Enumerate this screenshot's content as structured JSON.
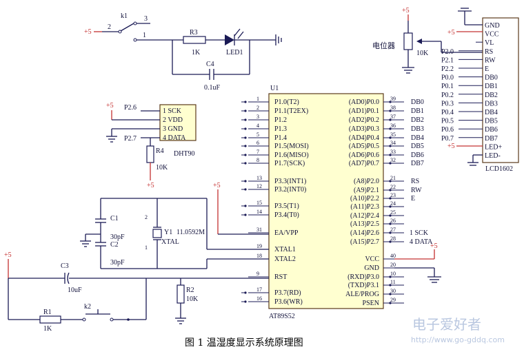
{
  "caption": "图 1  温湿度显示系统原理图",
  "watermark": {
    "name": "电子爱好者",
    "url": "http://www.go-gddq.com"
  },
  "power_label": "+5",
  "switch": {
    "ref": "k1",
    "pins": [
      "2",
      "3",
      "1"
    ]
  },
  "r3": {
    "ref": "R3",
    "value": "1K"
  },
  "led": {
    "ref": "LED1"
  },
  "c4": {
    "ref": "C4",
    "value": "0.1uF"
  },
  "pot": {
    "name": "电位器",
    "value": "10K"
  },
  "dht": {
    "ref": "DHT90",
    "pins": [
      "1 SCK",
      "2 VDD",
      "3 GND",
      "4 DATA"
    ],
    "port_sck": "P2.6",
    "port_data": "P2.7"
  },
  "r4": {
    "ref": "R4",
    "value": "10K"
  },
  "lcd": {
    "ref": "LCD1602",
    "pins": [
      "GND",
      "VCC",
      "VL",
      "RS",
      "RW",
      "E",
      "DB0",
      "DB1",
      "DB2",
      "DB3",
      "DB4",
      "DB5",
      "DB6",
      "DB7",
      "LED+",
      "LED-"
    ],
    "ports": [
      "P2.0",
      "P2.1",
      "P2.2",
      "P0.0",
      "P0.1",
      "P0.2",
      "P0.3",
      "P0.4",
      "P0.5",
      "P0.6",
      "P0.7"
    ]
  },
  "mcu": {
    "ref": "U1",
    "part": "AT89S52",
    "left_pins": [
      {
        "num": "1",
        "name": "P1.0(T2)"
      },
      {
        "num": "2",
        "name": "P1.1(T2EX)"
      },
      {
        "num": "3",
        "name": "P1.2"
      },
      {
        "num": "4",
        "name": "P1.3"
      },
      {
        "num": "5",
        "name": "P1.4"
      },
      {
        "num": "6",
        "name": "P1.5(MOSI)"
      },
      {
        "num": "7",
        "name": "P1.6(MISO)"
      },
      {
        "num": "8",
        "name": "P1.7(SCK)"
      },
      {
        "num": "13",
        "name": "P3.3(INT1)"
      },
      {
        "num": "12",
        "name": "P3.2(INT0)"
      },
      {
        "num": "15",
        "name": "P3.5(T1)"
      },
      {
        "num": "14",
        "name": "P3.4(T0)"
      },
      {
        "num": "31",
        "name": "EA/VPP"
      },
      {
        "num": "19",
        "name": "XTAL1"
      },
      {
        "num": "18",
        "name": "XTAL2"
      },
      {
        "num": "9",
        "name": "RST"
      },
      {
        "num": "17",
        "name": "P3.7(RD)"
      },
      {
        "num": "16",
        "name": "P3.6(WR)"
      }
    ],
    "right_pins": [
      {
        "num": "39",
        "name": "(AD0)P0.0",
        "net": "DB0"
      },
      {
        "num": "38",
        "name": "(AD1)P0.1",
        "net": "DB1"
      },
      {
        "num": "37",
        "name": "(AD2)P0.2",
        "net": "DB2"
      },
      {
        "num": "36",
        "name": "(AD3)P0.3",
        "net": "DB3"
      },
      {
        "num": "35",
        "name": "(AD4)P0.4",
        "net": "DB4"
      },
      {
        "num": "34",
        "name": "(AD5)P0.5",
        "net": "DB5"
      },
      {
        "num": "33",
        "name": "(AD6)P0.6",
        "net": "DB6"
      },
      {
        "num": "32",
        "name": "(AD7)P0.7",
        "net": "DB7"
      },
      {
        "num": "21",
        "name": "(A8)P2.0",
        "net": "RS"
      },
      {
        "num": "22",
        "name": "(A9)P2.1",
        "net": "RW"
      },
      {
        "num": "23",
        "name": "(A10)P2.2",
        "net": "E"
      },
      {
        "num": "24",
        "name": "(A11)P2.3",
        "net": ""
      },
      {
        "num": "25",
        "name": "(A12)P2.4",
        "net": ""
      },
      {
        "num": "26",
        "name": "(A13)P2.5",
        "net": ""
      },
      {
        "num": "27",
        "name": "(A14)P2.6",
        "net": "1 SCK"
      },
      {
        "num": "28",
        "name": "(A15)P2.7",
        "net": "4 DATA"
      },
      {
        "num": "40",
        "name": "VCC",
        "net": ""
      },
      {
        "num": "20",
        "name": "GND",
        "net": ""
      },
      {
        "num": "10",
        "name": "(RXD)P3.0",
        "net": ""
      },
      {
        "num": "11",
        "name": "(TXD)P3.1",
        "net": ""
      },
      {
        "num": "30",
        "name": "ALE/PROG",
        "net": ""
      },
      {
        "num": "29",
        "name": "PSEN",
        "net": ""
      }
    ]
  },
  "crystal": {
    "ref": "Y1",
    "value": "11.0592M",
    "type": "XTAL",
    "pins": [
      "1",
      "2"
    ]
  },
  "c1": {
    "ref": "C1",
    "value": "30pF"
  },
  "c2": {
    "ref": "C2",
    "value": "30pF"
  },
  "c3": {
    "ref": "C3",
    "value": "10uF"
  },
  "r1": {
    "ref": "R1",
    "value": "1K"
  },
  "r2": {
    "ref": "R2",
    "value": "10K"
  },
  "k2": {
    "ref": "k2"
  }
}
